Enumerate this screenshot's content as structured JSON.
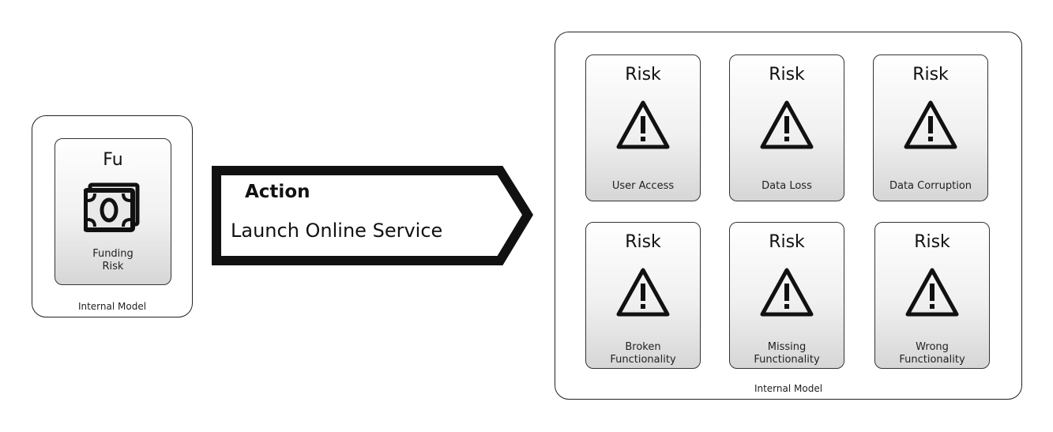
{
  "left_model": {
    "label": "Internal Model",
    "card": {
      "title": "Fu",
      "icon": "money-icon",
      "caption_lines": [
        "Funding",
        "Risk"
      ]
    }
  },
  "action": {
    "title": "Action",
    "text": "Launch Online Service"
  },
  "right_model": {
    "label": "Internal Model",
    "risks": [
      {
        "title": "Risk",
        "icon": "warning-icon",
        "caption_lines": [
          "User Access"
        ]
      },
      {
        "title": "Risk",
        "icon": "warning-icon",
        "caption_lines": [
          "Data Loss"
        ]
      },
      {
        "title": "Risk",
        "icon": "warning-icon",
        "caption_lines": [
          "Data Corruption"
        ]
      },
      {
        "title": "Risk",
        "icon": "warning-icon",
        "caption_lines": [
          "Broken",
          "Functionality"
        ]
      },
      {
        "title": "Risk",
        "icon": "warning-icon",
        "caption_lines": [
          "Missing",
          "Functionality"
        ]
      },
      {
        "title": "Risk",
        "icon": "warning-icon",
        "caption_lines": [
          "Wrong",
          "Functionality"
        ]
      }
    ]
  }
}
